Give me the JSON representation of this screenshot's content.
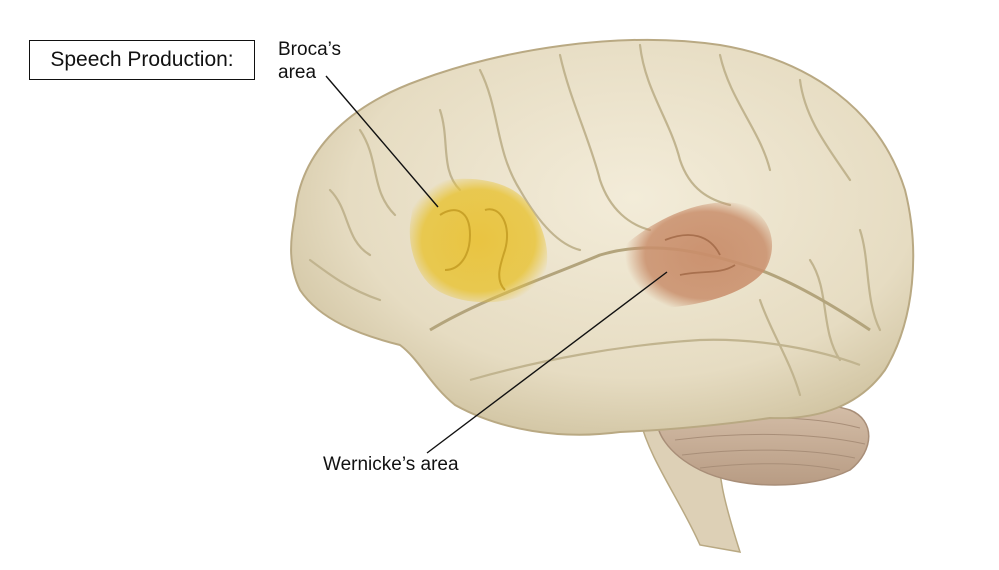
{
  "title": "Speech Production:",
  "labels": {
    "broca_line1": "Broca’s",
    "broca_line2": "area",
    "wernicke": "Wernicke’s area"
  },
  "colors": {
    "brain_base": "#e6dcc2",
    "brain_shadow": "#c9bc9a",
    "brain_highlight": "#f3ecd9",
    "cerebellum": "#c8ae97",
    "brainstem": "#ddd0b6",
    "broca_region": "#e8c43a",
    "wernicke_region": "#c98e6b",
    "leader_line": "#111111"
  },
  "icons": {
    "brain": "brain-lateral-view-illustration"
  }
}
